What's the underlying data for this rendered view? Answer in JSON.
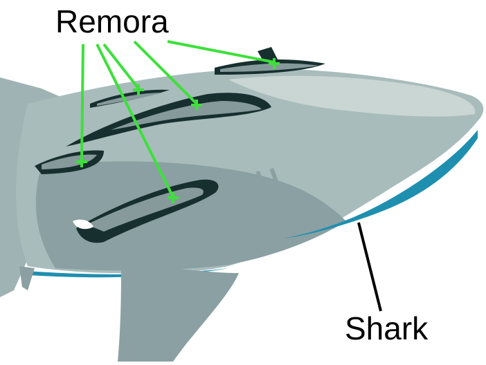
{
  "labels": {
    "remora": "Remora",
    "shark": "Shark"
  },
  "colors": {
    "background": "#ffffff",
    "shark_light": "#a9bcbc",
    "shark_mid": "#8aa0a2",
    "shark_pale": "#c9d6d4",
    "shark_belly_edge": "#1f8fb0",
    "remora_dark": "#17302f",
    "remora_body": "#869a9b",
    "pointer_line": "#3de03a",
    "shark_pointer": "#000000"
  },
  "icons": {
    "remora_marker": "green-plus-marker"
  }
}
